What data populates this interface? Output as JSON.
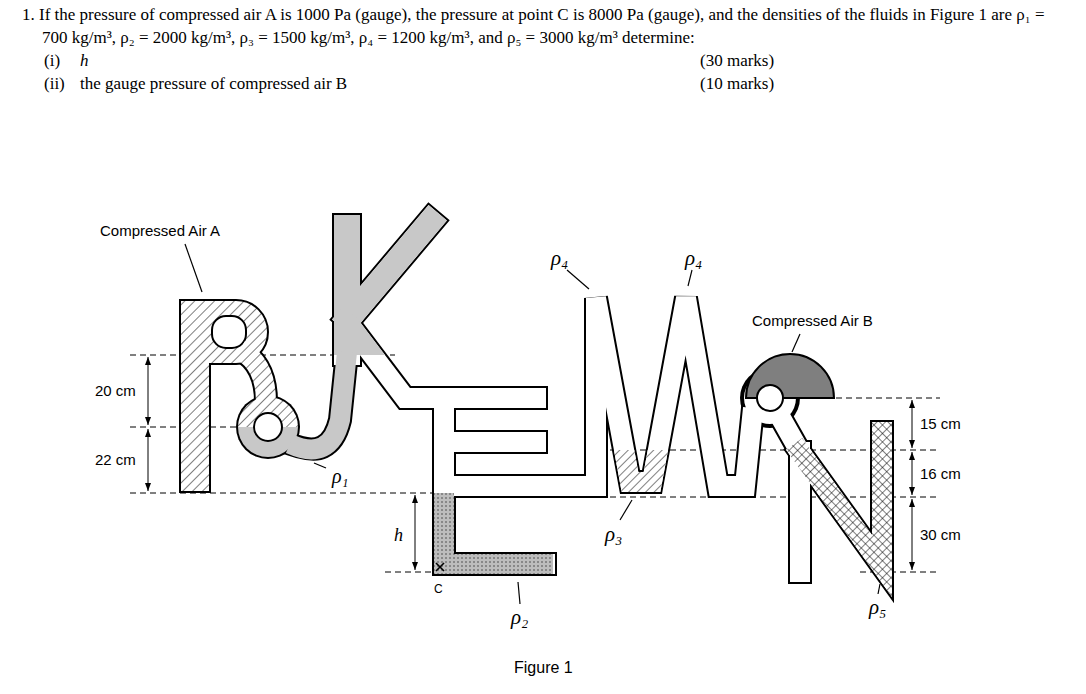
{
  "diagram": {
    "caption": "Figure 1",
    "labels": [
      "1. If the pressure of compressed air A is 1000 Pa (gauge), the pressure at point C is 8000 Pa (gauge), and the densities of the fluids in Figure 1 are ρ₁ = 700 kg/m³, ρ₂ = 2000 kg/m³, ρ₃ = 1500 kg/m³, ρ₄ = 1200 kg/m³, and ρ₅ = 3000 kg/m³ determine:",
      "(i)",
      "h",
      "(30 marks)",
      "(ii)",
      "the gauge pressure of compressed air B",
      "(10 marks)",
      "Compressed Air A",
      "ρ₄",
      "ρ₄",
      "Compressed Air B",
      "20 cm",
      "22 cm",
      "ρ₁",
      "15 cm",
      "16 cm",
      "h",
      "ρ₃",
      "30 cm",
      "C",
      "ρ₂",
      "ρ₅"
    ]
  }
}
